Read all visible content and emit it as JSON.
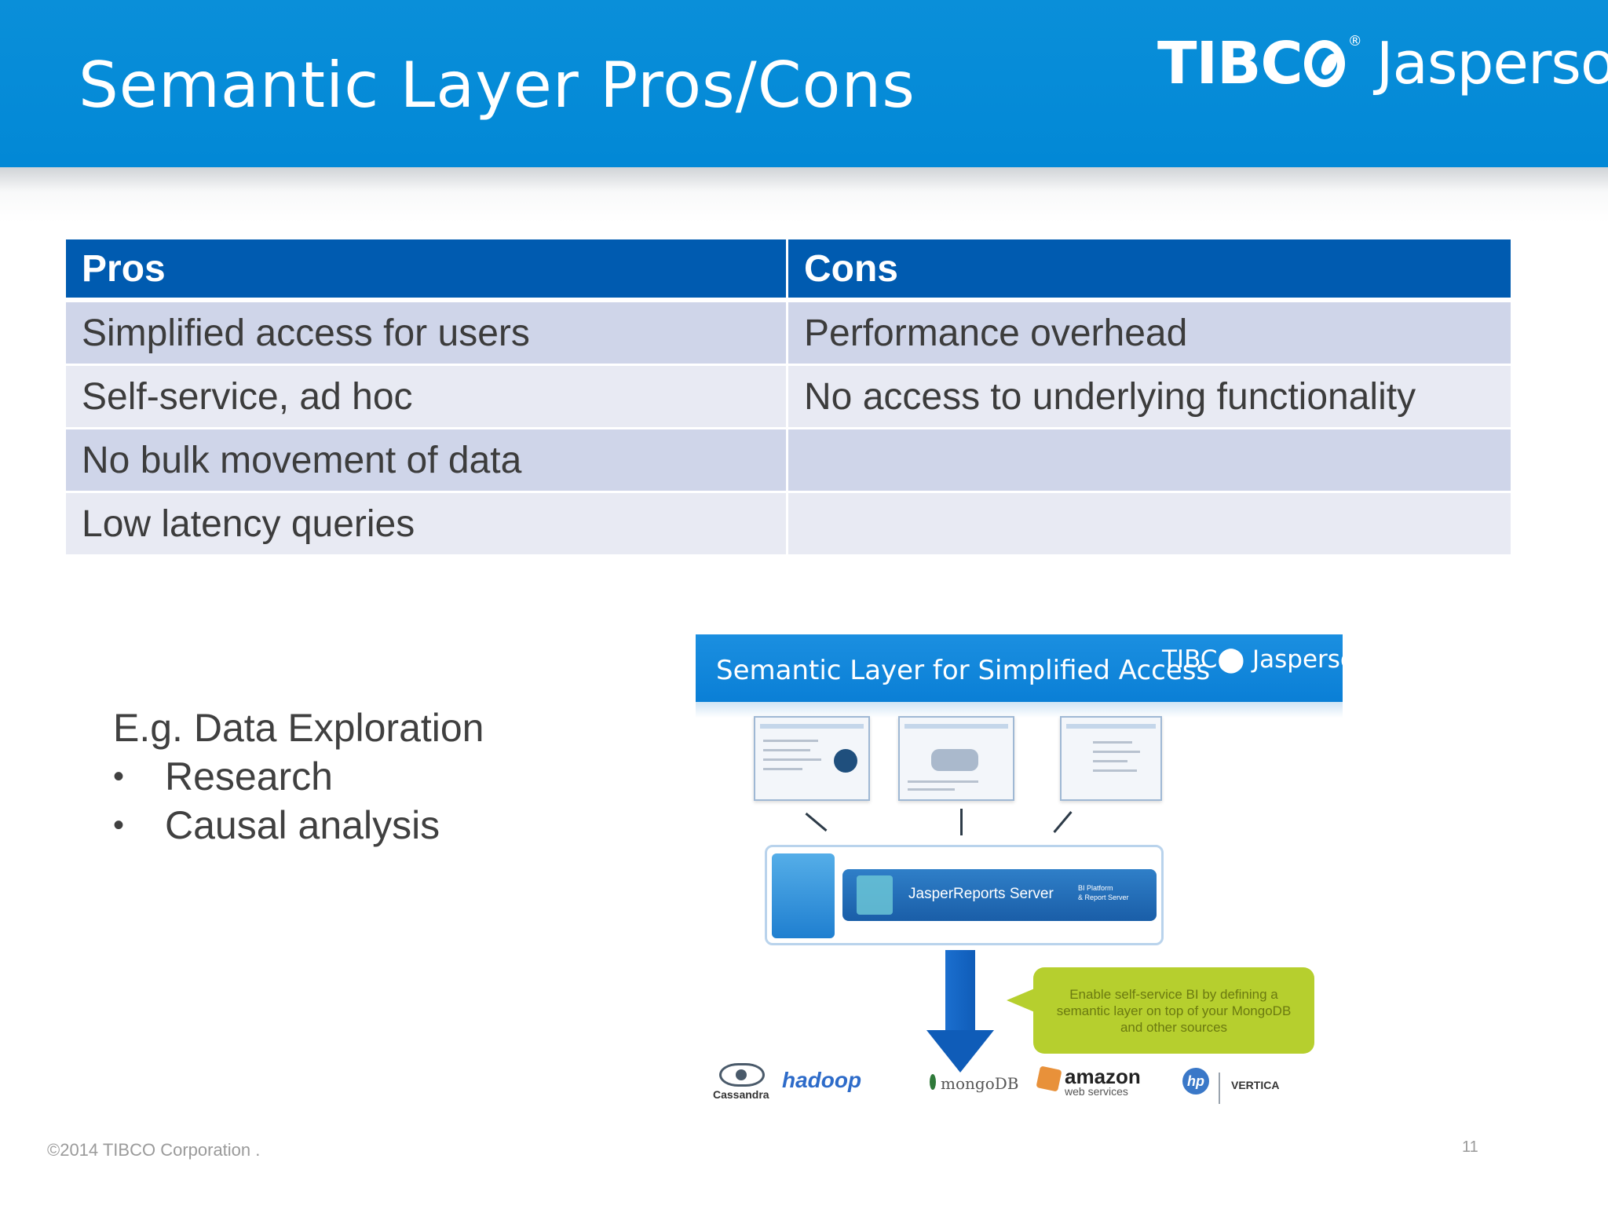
{
  "header": {
    "title": "Semantic Layer Pros/Cons",
    "logo": {
      "brand": "TIBC",
      "product": "Jaspersoft",
      "trademark": "®"
    }
  },
  "table": {
    "columns": [
      "Pros",
      "Cons"
    ],
    "rows": [
      [
        "Simplified access for users",
        "Performance overhead"
      ],
      [
        "Self-service, ad hoc",
        "No access to underlying functionality"
      ],
      [
        "No bulk movement of data",
        ""
      ],
      [
        "Low latency queries",
        ""
      ]
    ]
  },
  "example": {
    "title": "E.g. Data Exploration",
    "bullet_symbol": "•",
    "items": [
      "Research",
      "Causal analysis"
    ]
  },
  "diagram": {
    "banner_title": "Semantic Layer for Simplified Access",
    "banner_logo": "TIBC⬤ Jaspersoft",
    "server_name": "JasperReports Server",
    "server_subtitle": "BI Platform\n& Report Server",
    "callout_text": "Enable self-service BI by defining a semantic layer on top of your MongoDB and other sources",
    "sources": {
      "cassandra": "Cassandra",
      "hadoop": "hadoop",
      "mongo": "mongoDB",
      "amazon": "amazon",
      "aws_sub": "web services",
      "hp": "hp",
      "vertica": "VERTICA"
    }
  },
  "footer": {
    "copyright": "©2014 TIBCO Corporation .",
    "page_number": "11"
  },
  "colors": {
    "header_blue": "#0288d6",
    "table_header": "#005bb0",
    "row_odd": "#cfd5e9",
    "row_even": "#e8eaf3",
    "callout_green": "#b6cf2e"
  }
}
